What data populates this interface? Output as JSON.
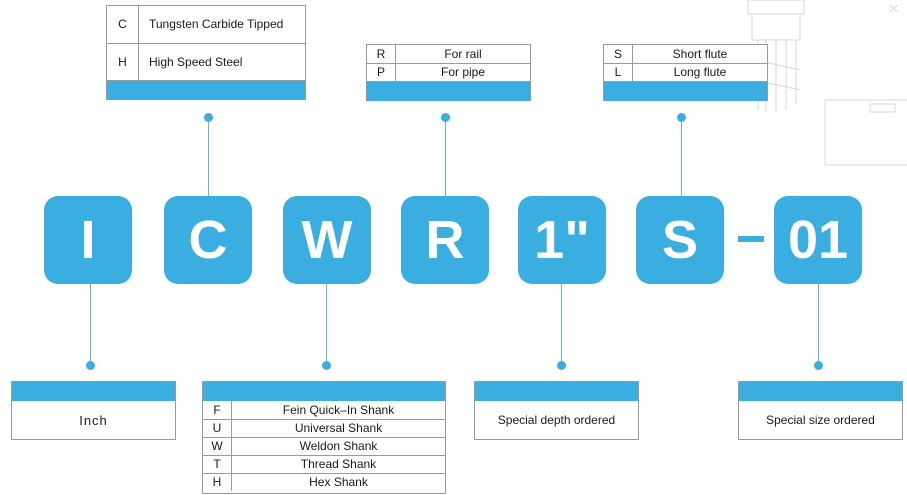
{
  "code_letters": [
    "I",
    "C",
    "W",
    "R",
    "1\"",
    "S",
    "01"
  ],
  "separator": "–",
  "material": {
    "rows": [
      {
        "code": "C",
        "desc": "Tungsten Carbide Tipped"
      },
      {
        "code": "H",
        "desc": "High Speed Steel"
      }
    ]
  },
  "application": {
    "rows": [
      {
        "code": "R",
        "desc": "For rail"
      },
      {
        "code": "P",
        "desc": "For pipe"
      }
    ]
  },
  "flute": {
    "rows": [
      {
        "code": "S",
        "desc": "Short flute"
      },
      {
        "code": "L",
        "desc": "Long flute"
      }
    ]
  },
  "unit": {
    "label": "Inch"
  },
  "shank": {
    "rows": [
      {
        "code": "F",
        "desc": "Fein Quick–In Shank"
      },
      {
        "code": "U",
        "desc": "Universal Shank"
      },
      {
        "code": "W",
        "desc": "Weldon Shank"
      },
      {
        "code": "T",
        "desc": "Thread Shank"
      },
      {
        "code": "H",
        "desc": "Hex Shank"
      }
    ]
  },
  "depth": {
    "label": "Special depth ordered"
  },
  "size": {
    "label": "Special size ordered"
  },
  "colors": {
    "accent": "#3aaee0",
    "border": "#9a9a9a",
    "line": "#5ab7e3"
  }
}
